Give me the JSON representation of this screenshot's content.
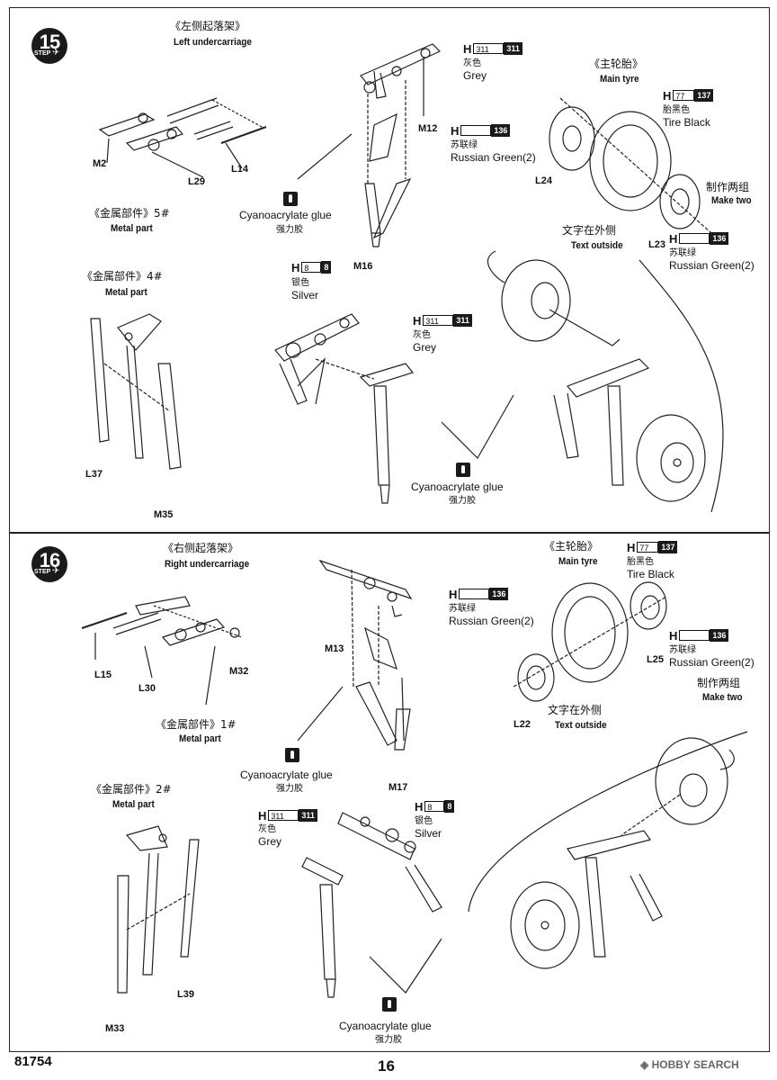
{
  "step15": {
    "number": "15",
    "step_word": "STEP",
    "title_cn": "《左侧起落架》",
    "title_en": "Left undercarriage",
    "parts": {
      "m2": "M2",
      "l29": "L29",
      "l14": "L14",
      "m12": "M12",
      "m16": "M16",
      "l24": "L24",
      "l23": "L23",
      "l37": "L37",
      "m35": "M35"
    },
    "metal_part_5": {
      "cn": "《金属部件》5#",
      "en": "Metal part"
    },
    "metal_part_4": {
      "cn": "《金属部件》4#",
      "en": "Metal part"
    },
    "glue_1": {
      "en": "Cyanoacrylate glue",
      "cn": "强力胶"
    },
    "glue_2": {
      "en": "Cyanoacrylate glue",
      "cn": "强力胶"
    },
    "grey_top": {
      "h": "H",
      "box": "311",
      "code": "311",
      "cn": "灰色",
      "en": "Grey"
    },
    "grey_mid": {
      "h": "H",
      "box": "311",
      "code": "311",
      "cn": "灰色",
      "en": "Grey"
    },
    "silver": {
      "h": "H",
      "box": "8",
      "code": "8",
      "cn": "银色",
      "en": "Silver"
    },
    "main_tyre": {
      "cn": "《主轮胎》",
      "en": "Main tyre"
    },
    "tire_black": {
      "h": "H",
      "box": "77",
      "code": "137",
      "cn": "胎黑色",
      "en": "Tire Black"
    },
    "russian_green_a": {
      "h": "H",
      "box": "",
      "code": "136",
      "cn": "苏联绿",
      "en": "Russian Green(2)"
    },
    "russian_green_b": {
      "h": "H",
      "box": "",
      "code": "136",
      "cn": "苏联绿",
      "en": "Russian Green(2)"
    },
    "make_two": {
      "cn": "制作两组",
      "en": "Make two"
    },
    "text_outside": {
      "cn": "文字在外侧",
      "en": "Text outside"
    }
  },
  "step16": {
    "number": "16",
    "step_word": "STEP",
    "title_cn": "《右侧起落架》",
    "title_en": "Right undercarriage",
    "parts": {
      "l15": "L15",
      "l30": "L30",
      "m32": "M32",
      "m13": "M13",
      "m17": "M17",
      "l22": "L22",
      "l25": "L25",
      "m33": "M33",
      "l39": "L39"
    },
    "metal_part_1": {
      "cn": "《金属部件》1#",
      "en": "Metal part"
    },
    "metal_part_2": {
      "cn": "《金属部件》2#",
      "en": "Metal part"
    },
    "glue_1": {
      "en": "Cyanoacrylate glue",
      "cn": "强力胶"
    },
    "glue_2": {
      "en": "Cyanoacrylate glue",
      "cn": "强力胶"
    },
    "grey": {
      "h": "H",
      "box": "311",
      "code": "311",
      "cn": "灰色",
      "en": "Grey"
    },
    "silver": {
      "h": "H",
      "box": "8",
      "code": "8",
      "cn": "银色",
      "en": "Silver"
    },
    "main_tyre": {
      "cn": "《主轮胎》",
      "en": "Main tyre"
    },
    "tire_black": {
      "h": "H",
      "box": "77",
      "code": "137",
      "cn": "胎黑色",
      "en": "Tire Black"
    },
    "russian_green_a": {
      "h": "H",
      "box": "",
      "code": "136",
      "cn": "苏联绿",
      "en": "Russian Green(2)"
    },
    "russian_green_b": {
      "h": "H",
      "box": "",
      "code": "136",
      "cn": "苏联绿",
      "en": "Russian Green(2)"
    },
    "make_two": {
      "cn": "制作两组",
      "en": "Make two"
    },
    "text_outside": {
      "cn": "文字在外侧",
      "en": "Text outside"
    }
  },
  "footer": {
    "kit_number": "81754",
    "page_number": "16",
    "watermark": "HOBBY SEARCH"
  }
}
